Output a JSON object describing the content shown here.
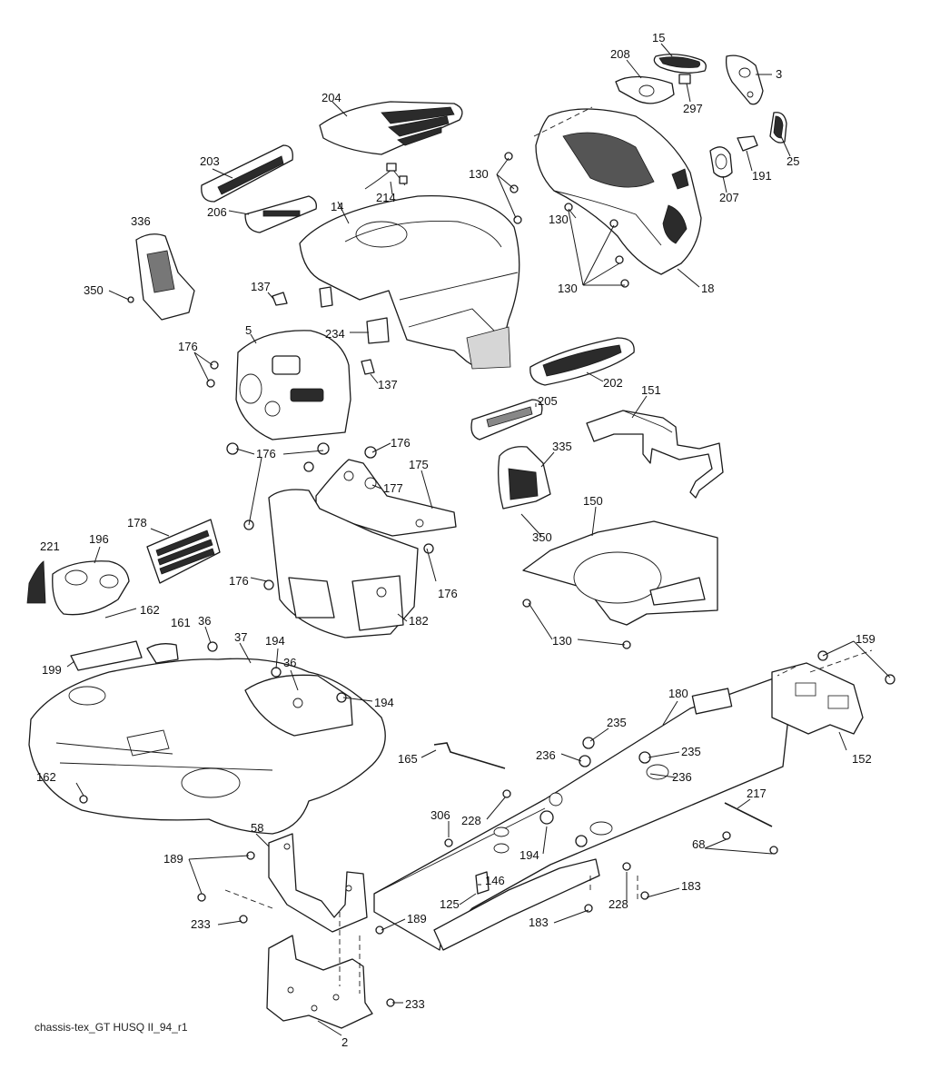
{
  "labels": {
    "l15": "15",
    "l208": "208",
    "l3": "3",
    "l297": "297",
    "l204": "204",
    "l25": "25",
    "l130a": "130",
    "l191": "191",
    "l203": "203",
    "l207": "207",
    "l214": "214",
    "l14": "14",
    "l130b": "130",
    "l336": "336",
    "l206": "206",
    "l130c": "130",
    "l18": "18",
    "l350a": "350",
    "l137a": "137",
    "l234": "234",
    "l5": "5",
    "l176a": "176",
    "l137b": "137",
    "l202": "202",
    "l151": "151",
    "l205": "205",
    "l176b": "176",
    "l176c": "176",
    "l335": "335",
    "l175": "175",
    "l177": "177",
    "l150": "150",
    "l178": "178",
    "l350b": "350",
    "l221": "221",
    "l196": "196",
    "l176d": "176",
    "l176e": "176",
    "l162a": "162",
    "l161": "161",
    "l36a": "36",
    "l182": "182",
    "l130d": "130",
    "l37": "37",
    "l194a": "194",
    "l36b": "36",
    "l199": "199",
    "l159": "159",
    "l194b": "194",
    "l180": "180",
    "l235a": "235",
    "l165": "165",
    "l236a": "236",
    "l235b": "235",
    "l152": "152",
    "l162b": "162",
    "l236b": "236",
    "l217": "217",
    "l306": "306",
    "l228a": "228",
    "l58": "58",
    "l194c": "194",
    "l68": "68",
    "l189a": "189",
    "l146": "146",
    "l125": "125",
    "l228b": "228",
    "l183a": "183",
    "l189b": "189",
    "l183b": "183",
    "l233a": "233",
    "l233b": "233",
    "l2": "2"
  },
  "caption": "chassis-tex_GT HUSQ II_94_r1"
}
